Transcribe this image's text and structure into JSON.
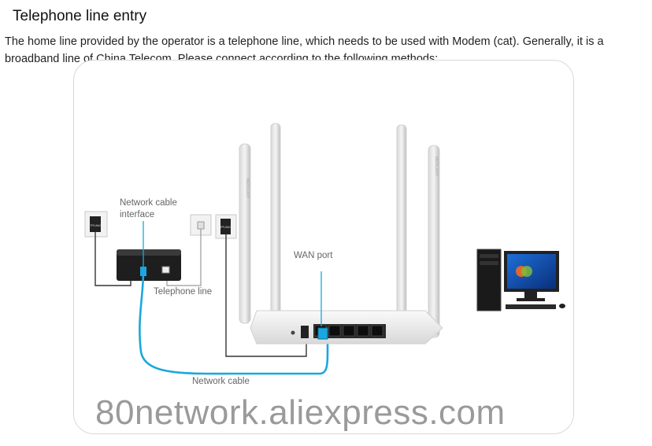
{
  "page": {
    "title": "Telephone line entry",
    "paragraph": "The home line provided by the operator is a telephone line, which needs to be used with Modem (cat). Generally, it is a broadband line of China Telecom. Please connect according to the following methods:"
  },
  "diagram": {
    "labels": {
      "network_cable_interface_line1": "Network cable",
      "network_cable_interface_line2": "interface",
      "telephone_line": "Telephone line",
      "wan_port": "WAN port",
      "network_cable": "Network cable"
    },
    "device_text": {
      "plug_left": "TPLINK",
      "plug_middle": "TPLINK",
      "antenna_brand": "MERCURY"
    },
    "colors": {
      "network_cable": "#1aa7df",
      "power_cable": "#333333",
      "phone_line": "#9a9a9a"
    }
  },
  "watermark": "80network.aliexpress.com"
}
